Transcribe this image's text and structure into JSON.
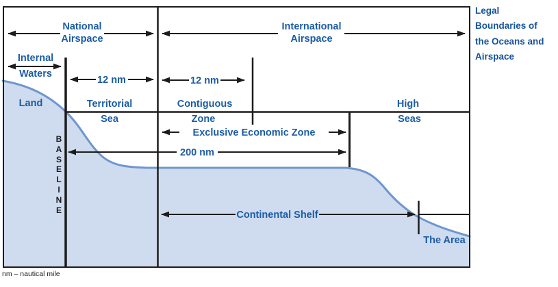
{
  "title": {
    "full_text": "Legal Boundaries of the Oceans and Airspace",
    "lines": [
      "Legal",
      "Boundaries of",
      "the Oceans and",
      "Airspace"
    ]
  },
  "footnote": "nm – nautical mile",
  "airspace": {
    "national": {
      "line1": "National",
      "line2": "Airspace"
    },
    "international": {
      "line1": "International",
      "line2": "Airspace"
    }
  },
  "zones": {
    "internal_waters": {
      "line1": "Internal",
      "line2": "Waters"
    },
    "land": "Land",
    "territorial_sea": {
      "line1": "Territorial",
      "line2": "Sea"
    },
    "contiguous_zone": {
      "line1": "Contiguous",
      "line2": "Zone"
    },
    "high_seas": {
      "line1": "High",
      "line2": "Seas"
    },
    "eez": "Exclusive Economic Zone",
    "continental_shelf": "Continental Shelf",
    "the_area": "The Area",
    "baseline": {
      "word": "BASELINE",
      "letters": [
        "B",
        "A",
        "S",
        "E",
        "L",
        "I",
        "N",
        "E"
      ]
    }
  },
  "measurements": {
    "territorial_12nm": "12 nm",
    "contiguous_12nm": "12 nm",
    "eez_200nm": "200 nm"
  },
  "colors": {
    "label_blue": "#1b5ca4",
    "title_blue": "#15549b",
    "land_fill": "#cfdbee",
    "curve_stroke": "#6e97ce",
    "line_black": "#1c1c1c"
  }
}
